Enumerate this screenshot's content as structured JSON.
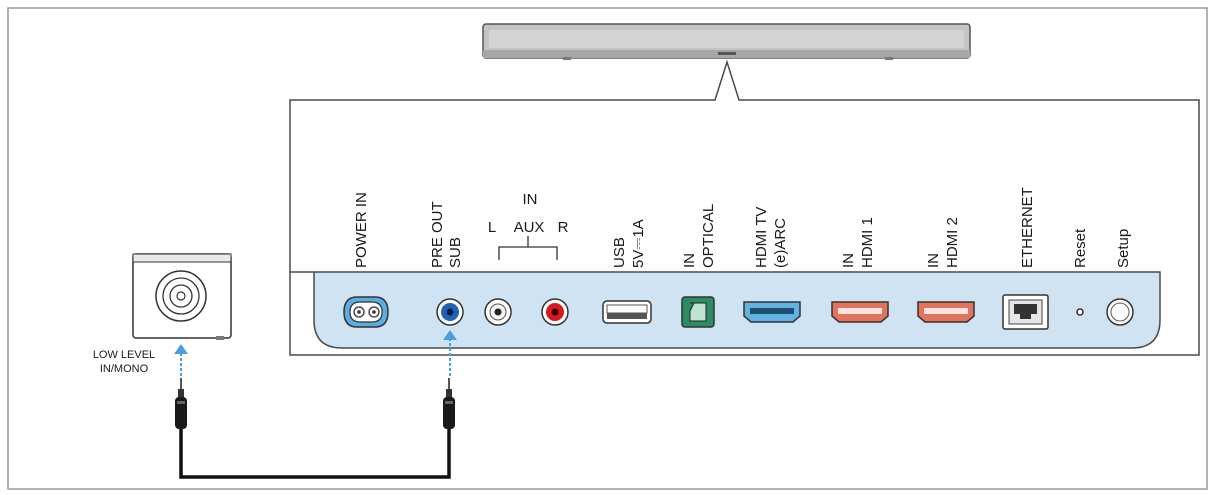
{
  "colors": {
    "panel_blue": "#cfe3f3",
    "power_blue": "#5aaee0",
    "sub_blue": "#1f63b4",
    "aux_red": "#d71920",
    "optical_green": "#2e8b64",
    "hdmi_arc_blue": "#62b3e2",
    "hdmi_red": "#e2725b",
    "arrow_blue": "#4a9ee0"
  },
  "ports": {
    "power_in": "POWER IN",
    "pre_out": "PRE OUT",
    "sub": "SUB",
    "aux_in": "IN",
    "aux_l": "L",
    "aux_label": "AUX",
    "aux_r": "R",
    "usb": "USB",
    "usb_rating": "5V⎓1A",
    "optical_in": "IN",
    "optical": "OPTICAL",
    "hdmi_tv": "HDMI TV",
    "earc": "(e)ARC",
    "hdmi1_in": "IN",
    "hdmi1": "HDMI 1",
    "hdmi2_in": "IN",
    "hdmi2": "HDMI 2",
    "ethernet": "ETHERNET",
    "reset": "Reset",
    "setup": "Setup"
  },
  "subwoofer": {
    "input_line1": "LOW LEVEL",
    "input_line2": "IN/MONO"
  }
}
